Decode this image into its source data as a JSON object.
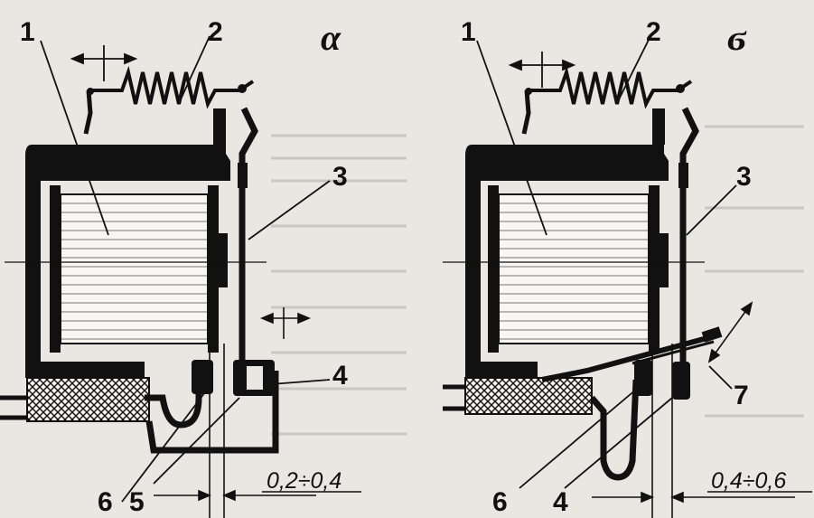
{
  "panel_a": {
    "variant_label": "α",
    "labels": {
      "coil": "1",
      "spring": "2",
      "armature": "3",
      "contact_fixed": "4",
      "adjust_screw": "5",
      "contact_moving": "6"
    },
    "gap": "0,2÷0,4"
  },
  "panel_b": {
    "variant_label": "ϭ",
    "labels": {
      "coil": "1",
      "spring": "2",
      "armature": "3",
      "contact_fixed": "4",
      "contact_moving": "6",
      "contact_arm": "7"
    },
    "gap": "0,4÷0,6"
  },
  "colors": {
    "ink": "#111111",
    "paper": "#e9e7e2",
    "faded_text": "#c9c7c2"
  }
}
